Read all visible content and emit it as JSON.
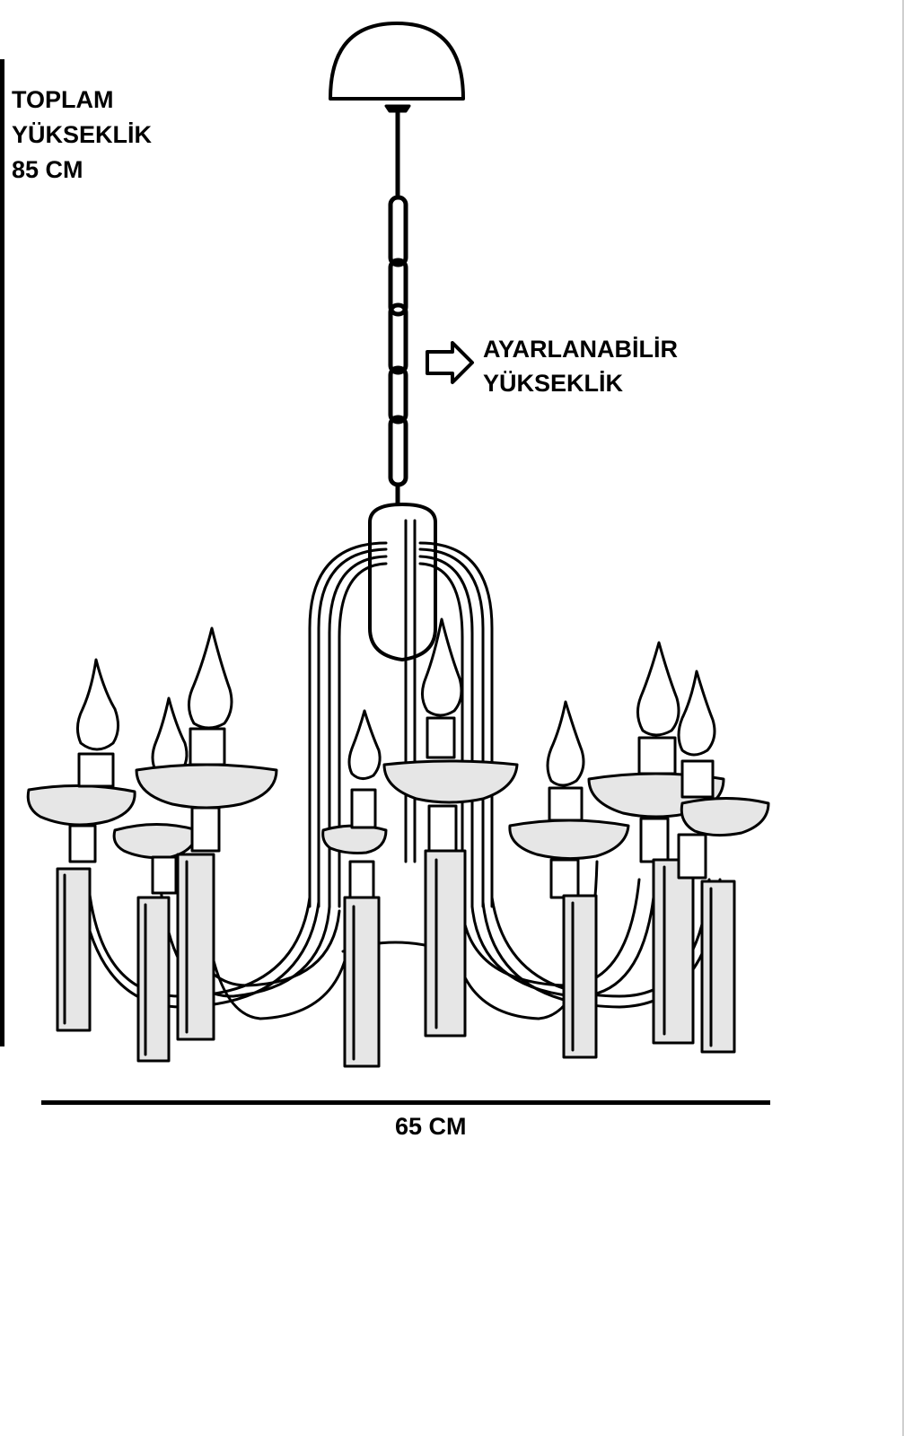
{
  "dimensions": {
    "total_height": {
      "line1": "TOPLAM",
      "line2": "YÜKSEKLİK",
      "line3": "85 CM"
    },
    "adjustable": {
      "line1": "AYARLANABİLİR",
      "line2": "YÜKSEKLİK"
    },
    "width": {
      "text": "65 CM"
    }
  },
  "colors": {
    "ink": "#000000",
    "glass": "#e6e6e6",
    "frame": "#cfcfcf"
  },
  "icons": {
    "arrow": "right-outline-arrow-icon",
    "object": "chandelier-icon"
  }
}
